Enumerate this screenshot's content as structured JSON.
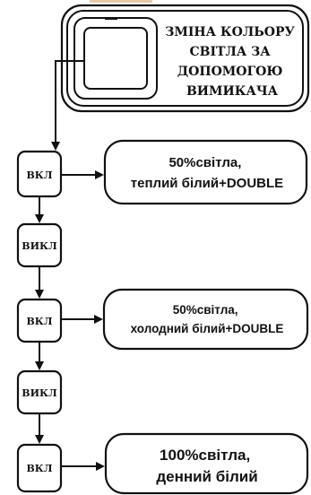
{
  "diagram": {
    "title_lines": [
      "ЗМІНА КОЛЬОРУ",
      "СВІТЛА ЗА",
      "ДОПОМОГОЮ",
      "ВИМИКАЧА"
    ],
    "steps": [
      {
        "label": "ВКЛ",
        "result_lines": [
          "50%світла,",
          "теплий білий+DOUBLE"
        ]
      },
      {
        "label": "ВИКЛ"
      },
      {
        "label": "ВКЛ",
        "result_lines": [
          "50%світла,",
          "холодний білий+DOUBLE"
        ]
      },
      {
        "label": "ВИКЛ"
      },
      {
        "label": "ВКЛ",
        "result_lines": [
          "100%світла,",
          "денний білий"
        ]
      }
    ]
  }
}
